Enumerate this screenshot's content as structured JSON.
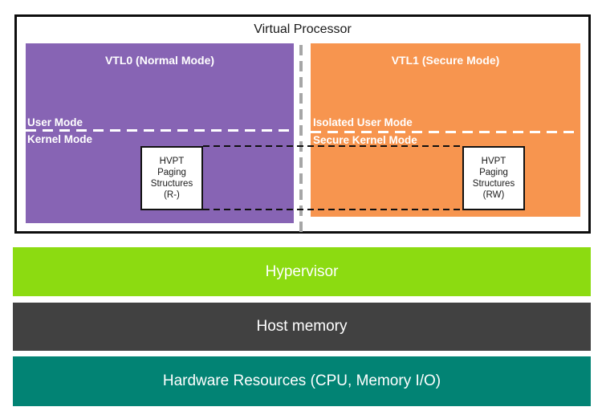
{
  "virtual_processor": {
    "title": "Virtual Processor",
    "divider_color": "#A6A6A6",
    "vtl0": {
      "title": "VTL0 (Normal Mode)",
      "color": "#8764B4",
      "upper_mode": "User Mode",
      "lower_mode": "Kernel Mode",
      "hvpt_box": "HVPT\nPaging\nStructures\n(R-)"
    },
    "vtl1": {
      "title": "VTL1 (Secure Mode)",
      "color": "#F7954F",
      "upper_mode": "Isolated User Mode",
      "lower_mode": "Secure Kernel Mode",
      "hvpt_box": "HVPT\nPaging\nStructures\n(RW)"
    }
  },
  "layers": [
    {
      "label": "Hypervisor",
      "color": "#8CDB11"
    },
    {
      "label": "Host memory",
      "color": "#414141"
    },
    {
      "label": "Hardware Resources (CPU, Memory I/O)",
      "color": "#028374"
    }
  ]
}
